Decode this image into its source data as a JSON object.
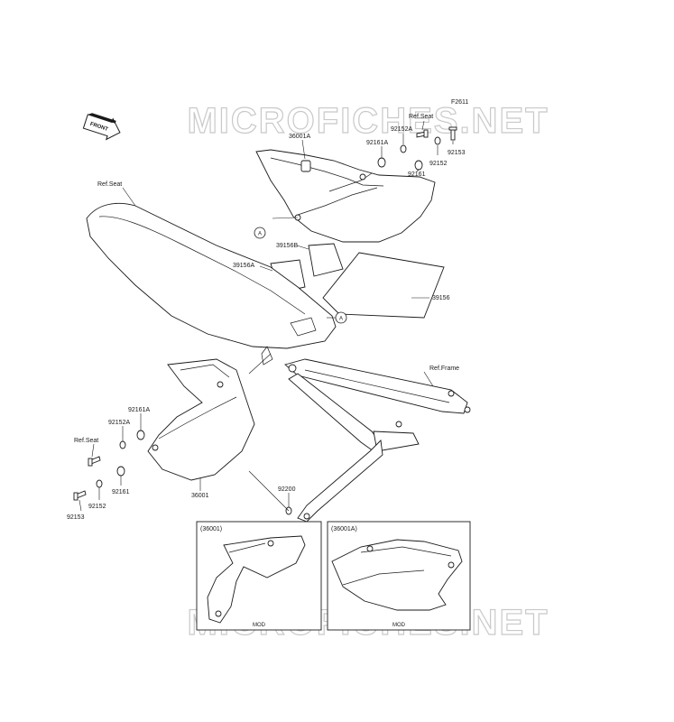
{
  "figure_code": "F2611",
  "watermark_text": "MICROFICHES.NET",
  "front_marker": "FRONT",
  "ref_labels": {
    "seat_left": "Ref.Seat",
    "seat_top": "Ref.Seat",
    "seat_small": "Ref.Seat",
    "frame": "Ref.Frame"
  },
  "callouts": {
    "a_upper": "A",
    "a_lower": "A"
  },
  "part_labels": {
    "p36001A": "36001A",
    "p92161A_top": "92161A",
    "p92152A_top": "92152A",
    "p92152_top": "92152",
    "p92153_top": "92153",
    "p92161_top": "92161",
    "p39156B": "39156B",
    "p39156A": "39156A",
    "p39156": "39156",
    "p92161A_left": "92161A",
    "p92152A_left": "92152A",
    "p92161_left": "92161",
    "p92152_left": "92152",
    "p92153_left": "92153",
    "p36001": "36001",
    "p92200": "92200"
  },
  "insets": [
    {
      "title": "(36001)",
      "model": "MOD"
    },
    {
      "title": "(36001A)",
      "model": "MOD"
    }
  ],
  "colors": {
    "line": "#1a1a1a",
    "watermark_outline": "#c9c9c9",
    "background": "#ffffff"
  }
}
